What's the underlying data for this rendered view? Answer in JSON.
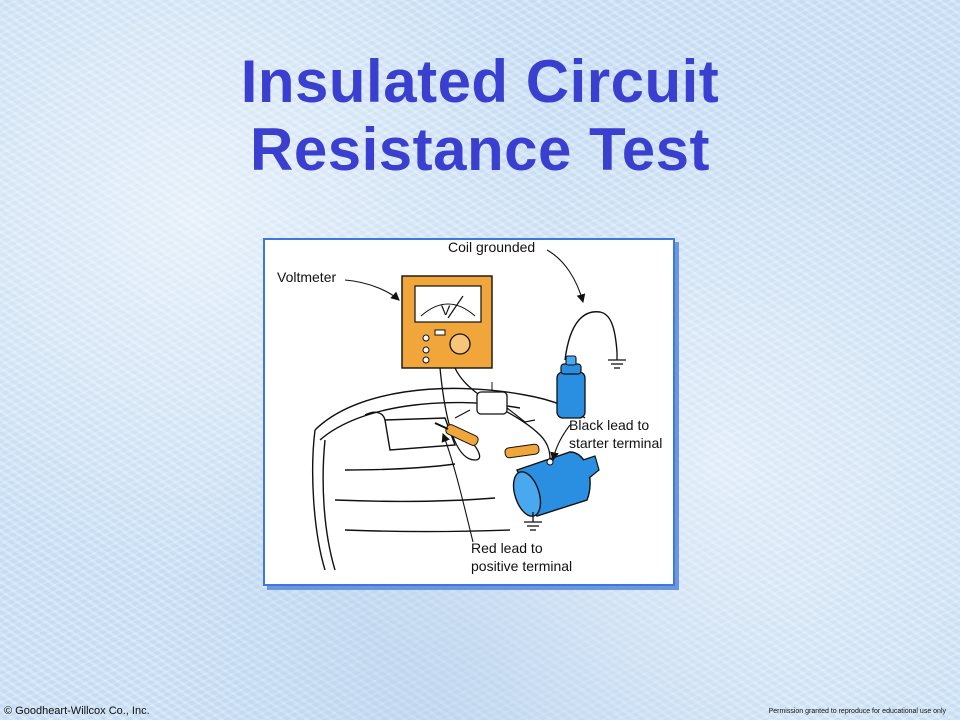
{
  "slide": {
    "title_line1": "Insulated Circuit",
    "title_line2": "Resistance Test",
    "footer_left": "© Goodheart-Willcox Co., Inc.",
    "footer_right": "Permission granted to reproduce for educational use only"
  },
  "diagram": {
    "label_coil": "Coil grounded",
    "label_voltmeter": "Voltmeter",
    "meter_symbol": "V",
    "label_black_1": "Black lead to",
    "label_black_2": "starter terminal",
    "label_red_1": "Red lead to",
    "label_red_2": "positive terminal"
  },
  "colors": {
    "title": "#3a3fcf",
    "voltmeter": "#f0a63a",
    "components": "#2a8fe0",
    "frame_border": "#3c78e0"
  }
}
